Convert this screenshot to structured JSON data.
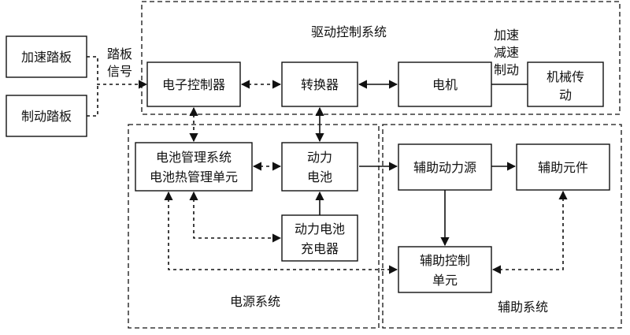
{
  "regions": {
    "drive": "驱动控制系统",
    "power": "电源系统",
    "aux": "辅助系统"
  },
  "boxes": {
    "accel_pedal": "加速踏板",
    "brake_pedal": "制动踏板",
    "ecu": "电子控制器",
    "converter": "转换器",
    "motor": "电机",
    "mech_trans": [
      "机械传",
      "动"
    ],
    "bms": [
      "电池管理系统",
      "电池热管理单元"
    ],
    "battery": [
      "动力",
      "电池"
    ],
    "charger": [
      "动力电池",
      "充电器"
    ],
    "aux_power": "辅助动力源",
    "aux_comp": "辅助元件",
    "aux_ctrl": [
      "辅助控制",
      "单元"
    ]
  },
  "labels": {
    "pedal_signal": [
      "踏板",
      "信号"
    ],
    "accel_decel": [
      "加速",
      "减速",
      "制动"
    ]
  }
}
